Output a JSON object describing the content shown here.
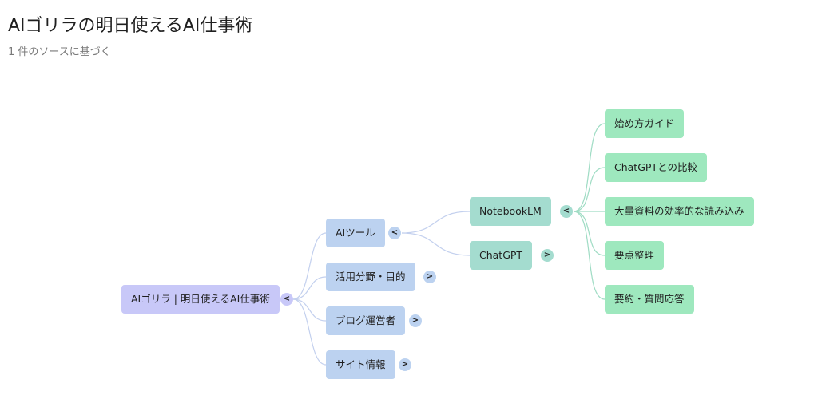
{
  "header": {
    "title": "AIゴリラの明日使えるAI仕事術",
    "subtitle": "1 件のソースに基づく"
  },
  "mindmap": {
    "root": {
      "label": "AIゴリラ | 明日使えるAI仕事術",
      "toggle": "<"
    },
    "branches": [
      {
        "label": "AIツール",
        "toggle": "<"
      },
      {
        "label": "活用分野・目的",
        "toggle": ">"
      },
      {
        "label": "ブログ運営者",
        "toggle": ">"
      },
      {
        "label": "サイト情報",
        "toggle": ">"
      }
    ],
    "tools": [
      {
        "label": "NotebookLM",
        "toggle": "<"
      },
      {
        "label": "ChatGPT",
        "toggle": ">"
      }
    ],
    "notebooklm_items": [
      {
        "label": "始め方ガイド"
      },
      {
        "label": "ChatGPTとの比較"
      },
      {
        "label": "大量資料の効率的な読み込み"
      },
      {
        "label": "要点整理"
      },
      {
        "label": "要約・質問応答"
      }
    ]
  },
  "colors": {
    "root": "#c8c8f8",
    "level1": "#bcd2f0",
    "level2": "#a4dccf",
    "level3": "#9ee8be",
    "edge_blue": "#c3d0ee",
    "edge_green": "#9fdcc4"
  }
}
